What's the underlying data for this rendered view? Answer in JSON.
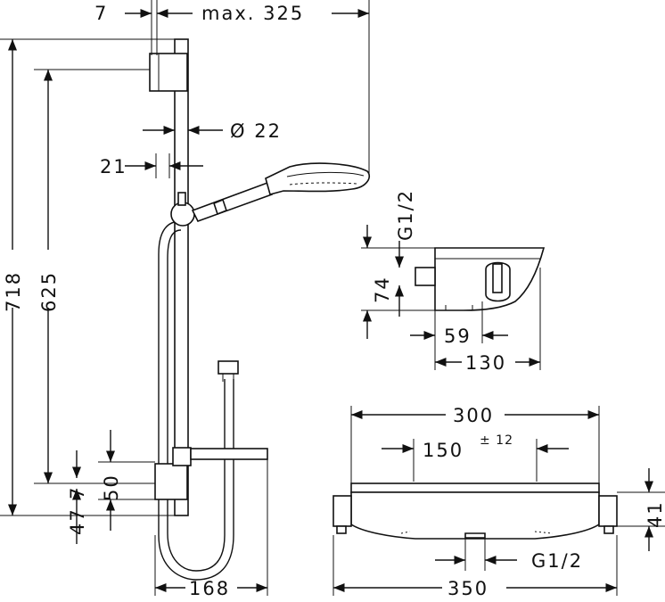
{
  "dimensions": {
    "d7_top": "7",
    "max325": "max. 325",
    "dia22": "Ø 22",
    "d21": "21",
    "d718": "718",
    "d625": "625",
    "d50": "50",
    "d7_low": "7",
    "d47": "47",
    "d168": "168",
    "g12_top": "G1/2",
    "d74": "74",
    "d59": "59",
    "d130": "130",
    "d300": "300",
    "d150": "150",
    "tol12": "± 12",
    "d41": "41",
    "g12_bottom": "G1/2",
    "d350": "350"
  },
  "colors": {
    "line": "#111111",
    "background": "#ffffff"
  }
}
